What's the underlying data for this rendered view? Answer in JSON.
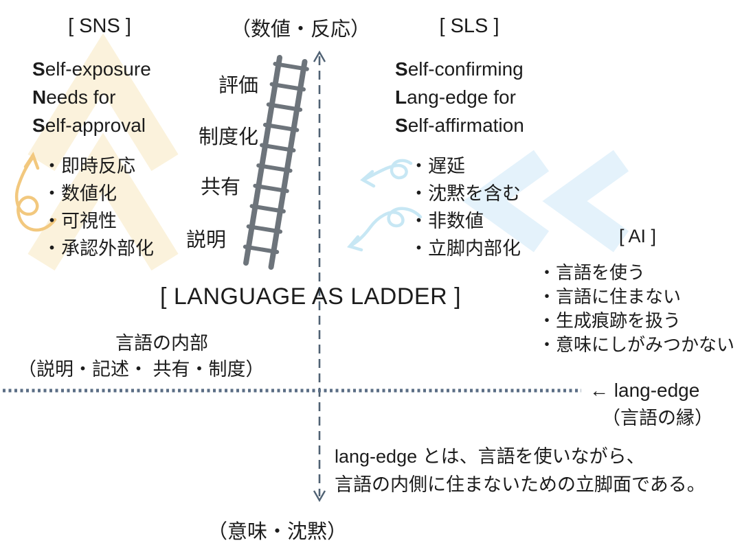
{
  "axes": {
    "top": "（数値・反応）",
    "bottom": "（意味・沈黙）"
  },
  "sns": {
    "title": "[ SNS ]",
    "lines": [
      {
        "lead": "S",
        "rest": "elf-exposure"
      },
      {
        "lead": "N",
        "rest": "eeds for"
      },
      {
        "lead": "S",
        "rest": "elf-approval"
      }
    ],
    "bullets": [
      "・即時反応",
      "・数値化",
      "・可視性",
      "・承認外部化"
    ]
  },
  "sls": {
    "title": "[ SLS ]",
    "lines": [
      {
        "lead": "S",
        "rest": "elf-confirming"
      },
      {
        "lead": "L",
        "rest": "ang-edge for"
      },
      {
        "lead": "S",
        "rest": "elf-affirmation"
      }
    ],
    "bullets": [
      "・遅延",
      "・沈黙を含む",
      "・非数値",
      "・立脚内部化"
    ]
  },
  "ai": {
    "title": "[ AI ]",
    "bullets": [
      "・言語を使う",
      "・言語に住まない",
      "・生成痕跡を扱う",
      "・意味にしがみつかない"
    ]
  },
  "ladder": {
    "labels": [
      "評価",
      "制度化",
      "共有",
      "説明"
    ]
  },
  "center_title": "[ LANGUAGE AS LADDER ]",
  "interior": {
    "line1": "言語の内部",
    "line2": "（説明・記述・ 共有・制度）"
  },
  "lang_edge": {
    "label": "← lang-edge",
    "sub": "（言語の縁）"
  },
  "note": {
    "line1": "lang-edge とは、言語を使いながら、",
    "line2": "言語の内側に住まないための立脚面である。"
  },
  "colors": {
    "text": "#1c1c1c",
    "ladder_gray": "#6d747b",
    "axis_dash": "#4f6173",
    "edge_dotted": "#5b6e85",
    "pale_yellow_chevron": "#fbf2dc",
    "yellow_arrow": "#f2c87e",
    "pale_blue_chevron": "#e4f2fb",
    "blue_arrow": "#c7e7f4"
  }
}
